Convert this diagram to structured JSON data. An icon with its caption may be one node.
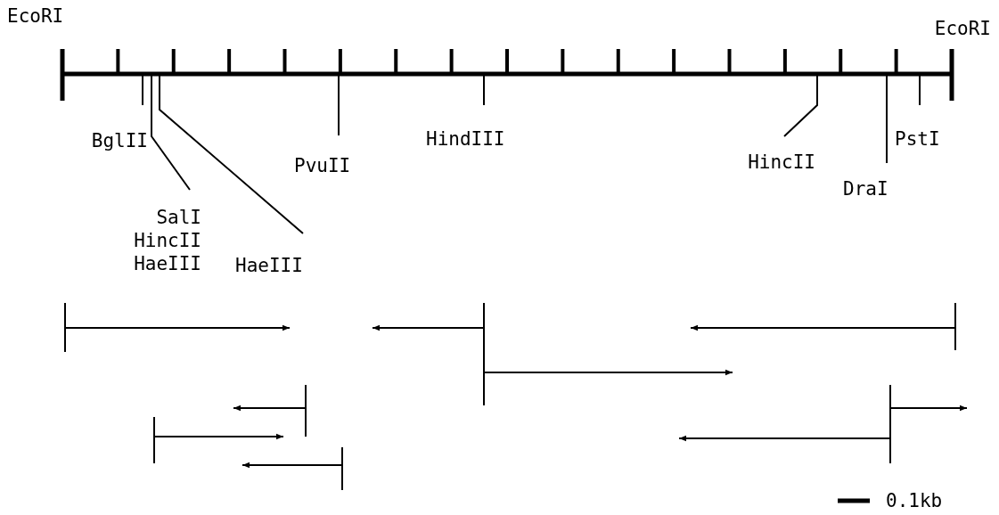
{
  "diagram": {
    "labels": [
      "EcoRI",
      "EcoRI",
      "BglII",
      "HindIII",
      "PstI",
      "PvuII",
      "HincII",
      "DraI",
      "SalI",
      "HincII",
      "HaeIII",
      "HaeIII",
      "0.1kb"
    ]
  }
}
